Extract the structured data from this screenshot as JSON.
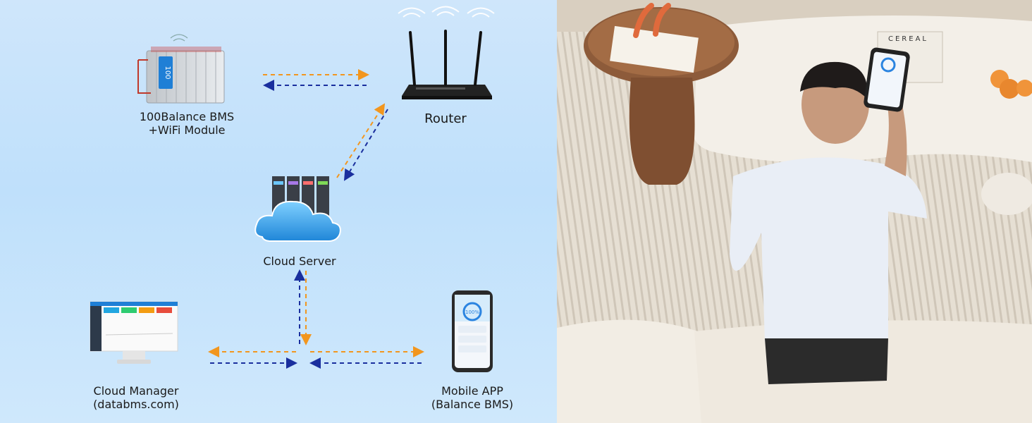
{
  "diagram": {
    "nodes": {
      "bms": {
        "line1": "100Balance BMS",
        "line2": "+WiFi Module",
        "device_text": "100"
      },
      "router": {
        "label": "Router"
      },
      "cloud": {
        "label": "Cloud Server"
      },
      "manager": {
        "line1": "Cloud Manager",
        "line2": "(databms.com)"
      },
      "mobile": {
        "line1": "Mobile APP",
        "line2": "(Balance BMS)",
        "screen_value": "100%"
      }
    },
    "colors": {
      "arrow_upstream": "#f2961e",
      "arrow_downstream": "#1a2f9e",
      "cloud": "#3aa3e6",
      "background": "#c6e3fb"
    }
  },
  "photo": {
    "book_text": "CEREAL",
    "description_icon": "person-using-phone-photo"
  }
}
